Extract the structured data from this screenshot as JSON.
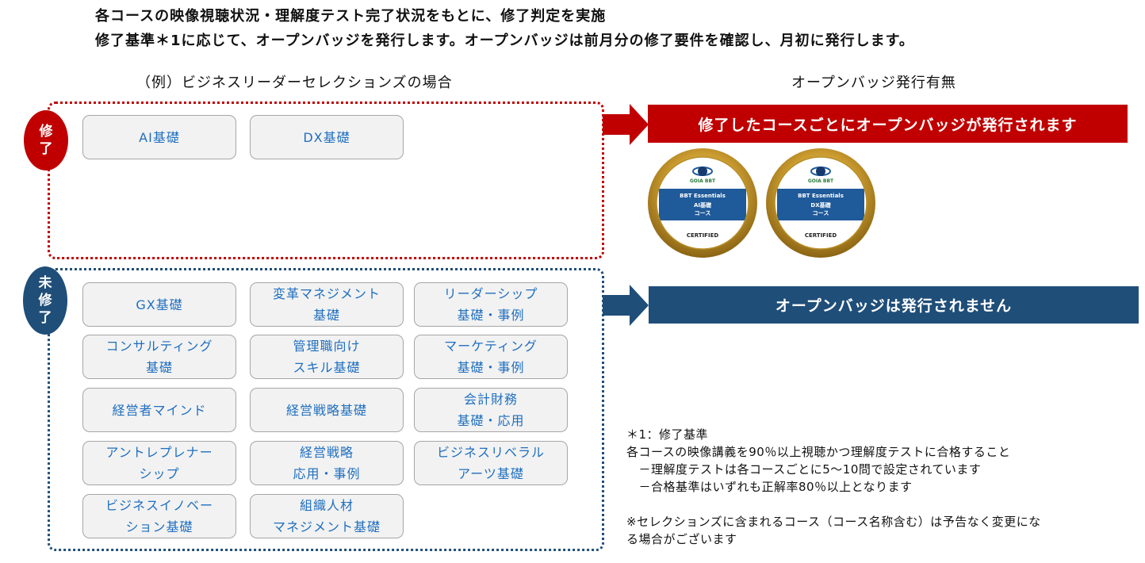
{
  "intro": {
    "line1": "各コースの映像視聴状況・理解度テスト完了状況をもとに、修了判定を実施",
    "line2": "修了基準＊1に応じて、オープンバッジを発行します。オープンバッジは前月分の修了要件を確認し、月初に発行します。"
  },
  "left_heading": "（例）ビジネスリーダーセレクションズの場合",
  "right_heading": "オープンバッジ発行有無",
  "completed": {
    "label": "修\n了",
    "courses": [
      "AI基礎",
      "DX基礎"
    ],
    "banner": "修了したコースごとにオープンバッジが発行されます",
    "color": "#c00000",
    "badges": [
      {
        "logo": "GOIA BBT",
        "title": "BBT Essentials",
        "course": "AI基礎",
        "suffix": "コース",
        "certified": "CERTIFIED"
      },
      {
        "logo": "GOIA BBT",
        "title": "BBT Essentials",
        "course": "DX基礎",
        "suffix": "コース",
        "certified": "CERTIFIED"
      }
    ]
  },
  "uncompleted": {
    "label": "未\n修\n了",
    "courses": [
      "GX基礎",
      "変革マネジメント\n基礎",
      "リーダーシップ\n基礎・事例",
      "コンサルティング\n基礎",
      "管理職向け\nスキル基礎",
      "マーケティング\n基礎・事例",
      "経営者マインド",
      "経営戦略基礎",
      "会計財務\n基礎・応用",
      "アントレプレナー\nシップ",
      "経営戦略\n応用・事例",
      "ビジネスリベラル\nアーツ基礎",
      "ビジネスイノベー\nション基礎",
      "組織人材\nマネジメント基礎"
    ],
    "banner": "オープンバッジは発行されません",
    "color": "#1f4e79"
  },
  "notes": {
    "criteria": "＊1：修了基準\n各コースの映像講義を90％以上視聴かつ理解度テストに合格すること\n　－理解度テストは各コースごとに5～10問で設定されています\n　－合格基準はいずれも正解率80％以上となります",
    "disclaimer": "※セレクションズに含まれるコース（コース名称含む）は予告なく変更にな\nる場合がございます"
  }
}
